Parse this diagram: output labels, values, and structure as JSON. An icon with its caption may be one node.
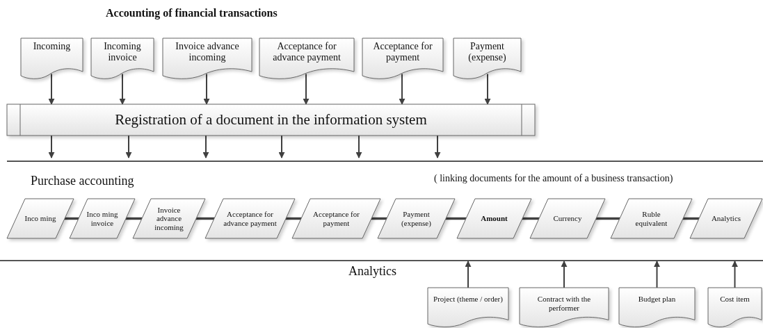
{
  "diagram": {
    "title": "Accounting of financial transactions",
    "nodes": [
      {
        "text": [
          "Incoming"
        ]
      },
      {
        "text": [
          "Incoming invoice"
        ]
      },
      {
        "text": [
          "Invoice advance incoming"
        ]
      },
      {
        "text": [
          "Acceptance for advance payment"
        ]
      },
      {
        "text": [
          "Acceptance for payment"
        ]
      },
      {
        "text": [
          "Payment (expense)"
        ]
      },
      {
        "text": [
          "Registration of a document in the information system"
        ]
      },
      {
        "text": [
          "Inco ming"
        ]
      },
      {
        "text": [
          "Inco ming invoice"
        ]
      },
      {
        "text": [
          "Invoice advance incoming"
        ]
      },
      {
        "text": [
          "Acceptance for advance payment"
        ]
      },
      {
        "text": [
          "Acceptance for payment"
        ]
      },
      {
        "text": [
          "Payment (expense)"
        ]
      },
      {
        "text": [
          "Amount"
        ]
      },
      {
        "text": [
          "Currency"
        ]
      },
      {
        "text": [
          "Ruble equivalent"
        ]
      },
      {
        "text": [
          "Analytics"
        ]
      },
      {
        "text": [
          "Project (theme / order)"
        ]
      },
      {
        "text": [
          "Contract with the performer"
        ]
      },
      {
        "text": [
          "Budget plan"
        ]
      },
      {
        "text": [
          "Cost item"
        ]
      }
    ],
    "edges": [
      {
        "from": 0,
        "to": 6,
        "arrow": "to"
      },
      {
        "from": 1,
        "to": 6,
        "arrow": "to"
      },
      {
        "from": 2,
        "to": 6,
        "arrow": "to"
      },
      {
        "from": 3,
        "to": 6,
        "arrow": "to"
      },
      {
        "from": 4,
        "to": 6,
        "arrow": "to"
      },
      {
        "from": 5,
        "to": 6,
        "arrow": "to"
      },
      {
        "from": 6,
        "to": null,
        "arrow": "to"
      },
      {
        "from": 6,
        "to": null,
        "arrow": "to"
      },
      {
        "from": 6,
        "to": null,
        "arrow": "to"
      },
      {
        "from": 6,
        "to": null,
        "arrow": "to"
      },
      {
        "from": 6,
        "to": null,
        "arrow": "to"
      },
      {
        "from": 6,
        "to": null,
        "arrow": "to"
      },
      {
        "from": 7,
        "to": 8,
        "arrow": "none"
      },
      {
        "from": 8,
        "to": 9,
        "arrow": "none"
      },
      {
        "from": 9,
        "to": 10,
        "arrow": "none"
      },
      {
        "from": 10,
        "to": 11,
        "arrow": "none"
      },
      {
        "from": 11,
        "to": 12,
        "arrow": "none"
      },
      {
        "from": 12,
        "to": 13,
        "arrow": "none"
      },
      {
        "from": 13,
        "to": 14,
        "arrow": "none"
      },
      {
        "from": 14,
        "to": 15,
        "arrow": "none"
      },
      {
        "from": 15,
        "to": 16,
        "arrow": "none"
      },
      {
        "from": 17,
        "to": null,
        "arrow": "to"
      },
      {
        "from": 18,
        "to": null,
        "arrow": "to"
      },
      {
        "from": 19,
        "to": null,
        "arrow": "to"
      },
      {
        "from": 20,
        "to": null,
        "arrow": "to"
      }
    ],
    "labels": [
      "Purchase accounting",
      "( linking documents for the amount of a business transaction)",
      "Analytics"
    ]
  }
}
